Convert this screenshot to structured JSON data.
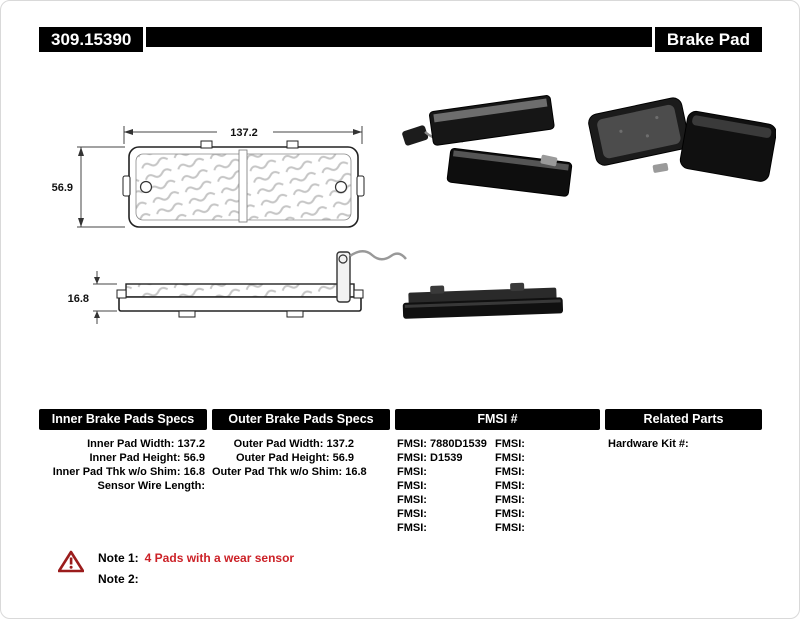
{
  "header": {
    "part_number": "309.15390",
    "title": "Brake Pad"
  },
  "diagram": {
    "front_view": {
      "width": "137.2",
      "height": "56.9"
    },
    "side_view": {
      "thickness": "16.8"
    }
  },
  "table": {
    "inner": {
      "header": "Inner Brake Pads Specs",
      "rows": [
        {
          "label": "Inner Pad Width:",
          "value": "137.2"
        },
        {
          "label": "Inner Pad Height:",
          "value": "56.9"
        },
        {
          "label": "Inner Pad Thk w/o Shim:",
          "value": "16.8"
        },
        {
          "label": "Sensor Wire Length:",
          "value": ""
        }
      ]
    },
    "outer": {
      "header": "Outer Brake Pads Specs",
      "rows": [
        {
          "label": "Outer Pad Width:",
          "value": "137.2"
        },
        {
          "label": "Outer Pad Height:",
          "value": "56.9"
        },
        {
          "label": "Outer Pad Thk w/o Shim:",
          "value": "16.8"
        }
      ]
    },
    "fmsi": {
      "header": "FMSI #",
      "col1": [
        {
          "label": "FMSI:",
          "value": "7880D1539"
        },
        {
          "label": "FMSI:",
          "value": "D1539"
        },
        {
          "label": "FMSI:",
          "value": ""
        },
        {
          "label": "FMSI:",
          "value": ""
        },
        {
          "label": "FMSI:",
          "value": ""
        },
        {
          "label": "FMSI:",
          "value": ""
        },
        {
          "label": "FMSI:",
          "value": ""
        }
      ],
      "col2": [
        {
          "label": "FMSI:",
          "value": ""
        },
        {
          "label": "FMSI:",
          "value": ""
        },
        {
          "label": "FMSI:",
          "value": ""
        },
        {
          "label": "FMSI:",
          "value": ""
        },
        {
          "label": "FMSI:",
          "value": ""
        },
        {
          "label": "FMSI:",
          "value": ""
        },
        {
          "label": "FMSI:",
          "value": ""
        }
      ]
    },
    "related": {
      "header": "Related Parts",
      "rows": [
        {
          "label": "Hardware Kit #:",
          "value": ""
        }
      ]
    }
  },
  "notes": {
    "note1_label": "Note 1:",
    "note1_text": "4 Pads with a wear sensor",
    "note2_label": "Note 2:",
    "note2_text": ""
  },
  "colors": {
    "header_bg": "#000000",
    "note_red": "#cc2127"
  }
}
